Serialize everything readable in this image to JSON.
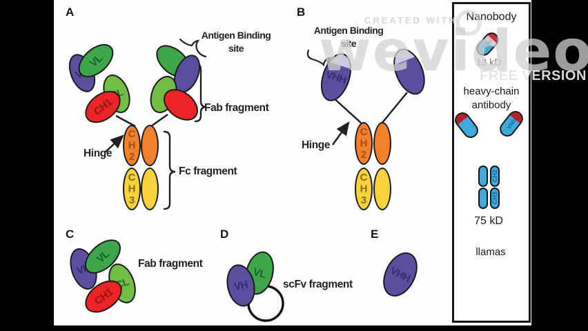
{
  "watermark": {
    "created_with": "CREATED WITH",
    "logo": "wevideo",
    "free_version": "FREE VERSION"
  },
  "panel_a": {
    "label": "A",
    "antigen_binding_site": "Antigen Binding site",
    "fab_fragment": "Fab fragment",
    "fc_fragment": "Fc fragment",
    "hinge": "Hinge",
    "domains": {
      "vh": "VH",
      "vl": "VL",
      "cl": "CL",
      "ch1": "CH1",
      "ch2": "CH2",
      "ch3": "CH3"
    }
  },
  "panel_b": {
    "label": "B",
    "antigen_binding_site": "Antigen Binding site",
    "hinge": "Hinge",
    "domains": {
      "vhh": "VHH",
      "ch2": "CH2",
      "ch3": "CH3"
    }
  },
  "panel_c": {
    "label": "C",
    "caption": "Fab fragment",
    "domains": {
      "vh": "VH",
      "vl": "VL",
      "cl": "CL",
      "ch1": "CH1"
    }
  },
  "panel_d": {
    "label": "D",
    "caption": "scFv fragment",
    "domains": {
      "vh": "VH",
      "vl": "VL"
    }
  },
  "panel_e": {
    "label": "E",
    "domains": {
      "vhh": "VHH"
    }
  },
  "sidebar": {
    "nanobody_title": "Nanobody",
    "nanobody_mass": "13 kD",
    "nanobody_domain": "VHH",
    "hcab_title": "heavy-chain antibody",
    "hcab_mass": "75 kD",
    "llamas_label": "llamas",
    "domains": {
      "vhh": "VHH",
      "ch2": "CH2",
      "ch3": "CH3"
    }
  },
  "colors": {
    "purple": "#5a4ea1",
    "green": "#3fa54b",
    "light_green": "#72bd45",
    "red": "#ec2426",
    "orange": "#f1802c",
    "yellow": "#f6d33c",
    "blue": "#3fa9dc",
    "red_tip": "#b52025",
    "lavender_cap": "#cbc7e6",
    "background": "#000000",
    "panel": "#ffffff"
  }
}
